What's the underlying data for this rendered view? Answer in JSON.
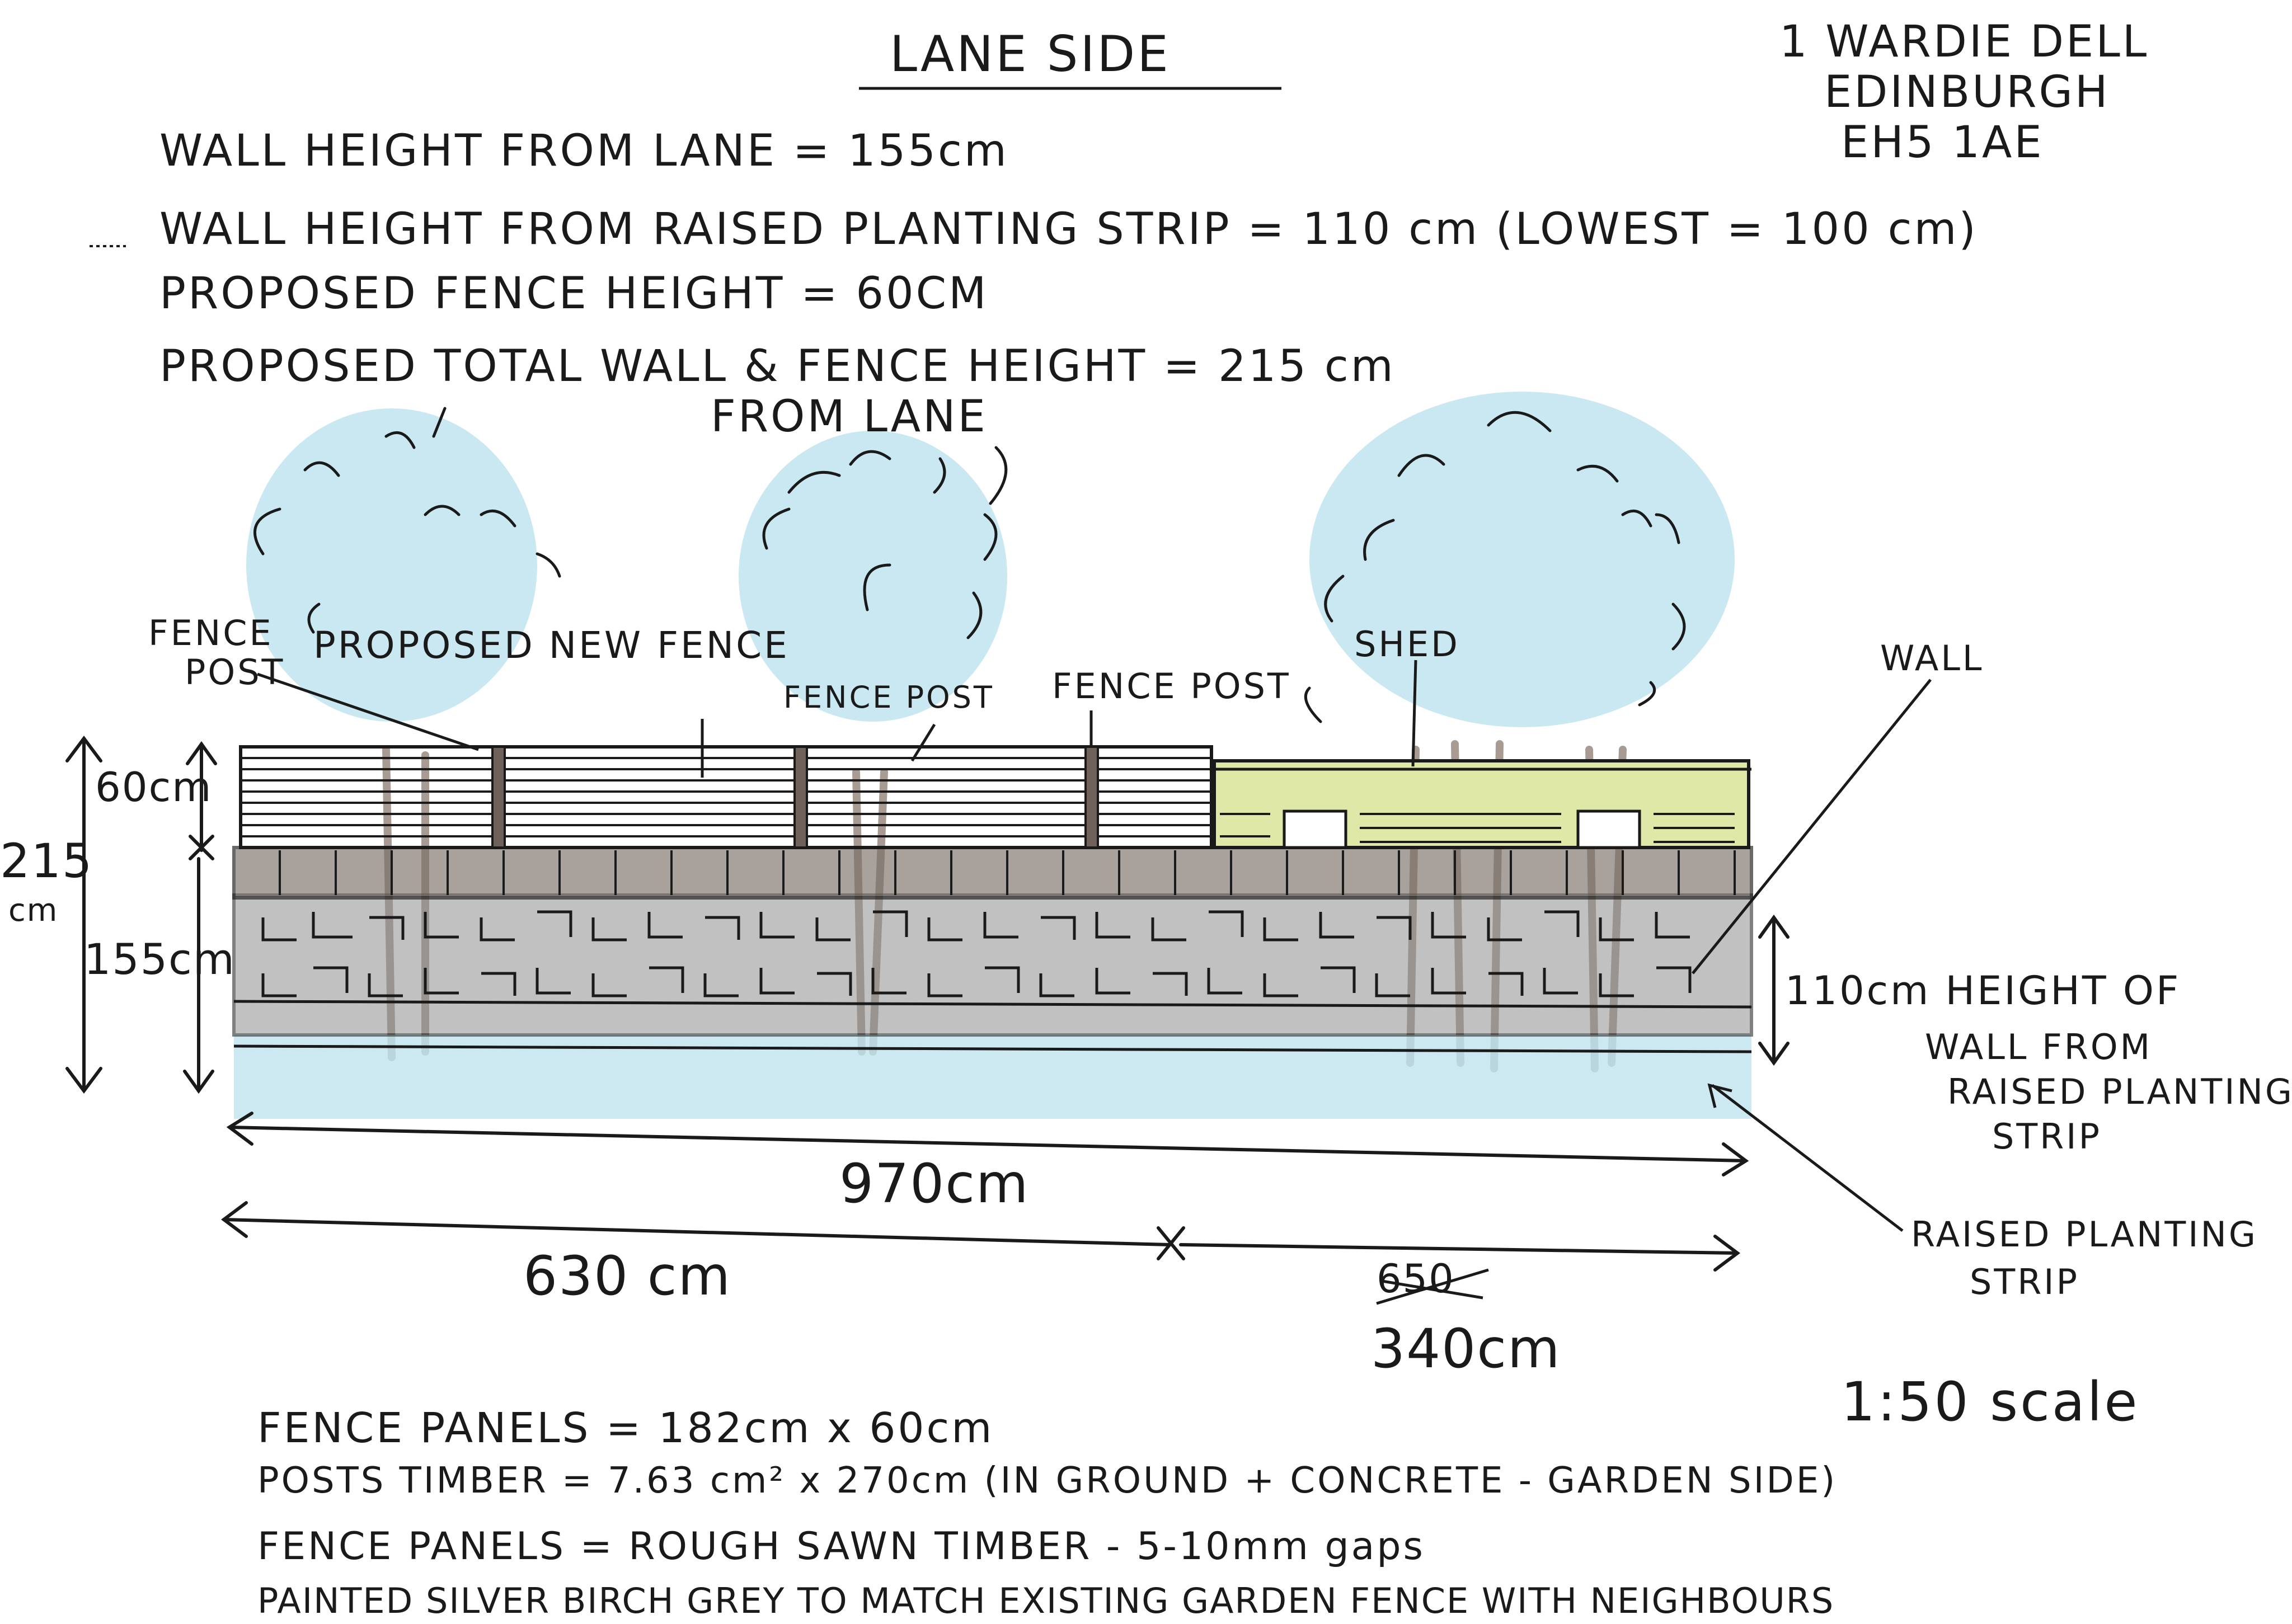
{
  "title": "LANE SIDE",
  "address": [
    "1 WARDIE DELL",
    "EDINBURGH",
    "EH5 1AE"
  ],
  "specs": [
    "WALL HEIGHT FROM LANE = 155cm",
    "WALL HEIGHT FROM RAISED PLANTING STRIP = 110 cm (LOWEST = 100 cm)",
    "PROPOSED FENCE HEIGHT = 60CM",
    "PROPOSED TOTAL WALL & FENCE HEIGHT = 215 cm",
    "FROM LANE"
  ],
  "labels": {
    "fence_post_left": [
      "FENCE",
      "POST"
    ],
    "proposed_new_fence": "PROPOSED NEW FENCE",
    "fence_post_mid": "FENCE POST",
    "fence_post_right": "FENCE POST",
    "shed": "SHED",
    "wall": "WALL",
    "wall_height_note": [
      "110cm HEIGHT OF",
      "WALL FROM",
      "RAISED PLANTING",
      "STRIP"
    ],
    "raised_planting_strip": [
      "RAISED PLANTING",
      "STRIP"
    ]
  },
  "dimensions": {
    "fence_height": "60cm",
    "total_height": [
      "215",
      "cm"
    ],
    "wall_height": "155cm",
    "total_length": "970cm",
    "left_length": "630 cm",
    "right_length_struck": "650",
    "right_length": "340cm",
    "scale": "1:50 scale"
  },
  "notes": [
    "FENCE PANELS = 182cm x 60cm",
    "POSTS TIMBER = 7.63 cm² x 270cm (IN GROUND + CONCRETE - GARDEN SIDE)",
    "FENCE PANELS = ROUGH SAWN TIMBER - 5-10mm gaps",
    "PAINTED SILVER BIRCH GREY TO MATCH EXISTING GARDEN FENCE WITH NEIGHBOURS"
  ],
  "colors": {
    "ink": "#1a1a1a",
    "wall": "#8f8f8f",
    "coping": "#7a6f68",
    "shed": "#dfe8a6",
    "foliage": "#9fd6e8",
    "ground": "#bfe3ee",
    "trunk": "#8a7a70"
  }
}
